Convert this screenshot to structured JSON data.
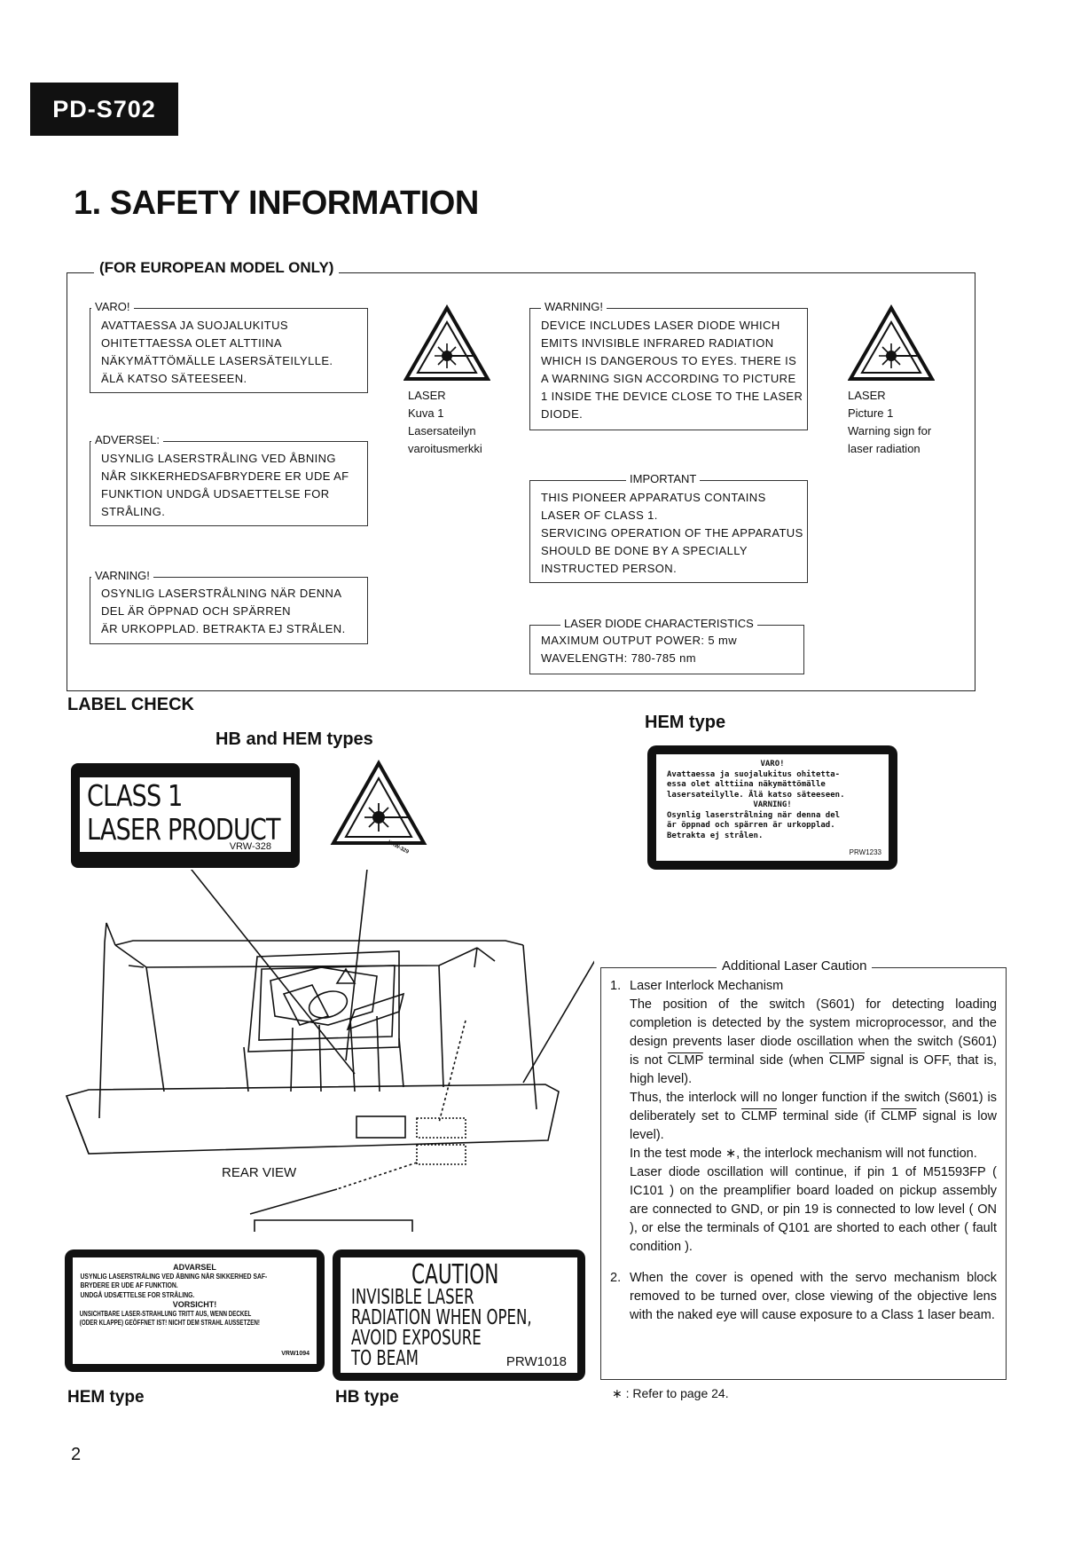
{
  "header": {
    "model": "PD-S702"
  },
  "title": "1. SAFETY INFORMATION",
  "european": {
    "legend": "(FOR EUROPEAN MODEL ONLY)",
    "varo": {
      "legend": "VARO!",
      "lines": [
        "AVATTAESSA JA SUOJALUKITUS",
        "OHITETTAESSA OLET ALTTIINA",
        "NÄKYMÄTTÖMÄLLE LASERSÄTEILYLLE.",
        "ÄLÄ KATSO SÄTEESEEN."
      ]
    },
    "adversel": {
      "legend": "ADVERSEL:",
      "lines": [
        "USYNLIG LASERSTRÅLING VED ÅBNING",
        "NÅR SIKKERHEDSAFBRYDERE ER UDE AF",
        "FUNKTION UNDGÅ UDSAETTELSE FOR",
        "STRÅLING."
      ]
    },
    "varning": {
      "legend": "VARNING!",
      "lines": [
        "OSYNLIG LASERSTRÅLNING NÄR DENNA",
        "DEL ÄR ÖPPNAD OCH SPÄRREN",
        "ÄR URKOPPLAD. BETRAKTA EJ STRÅLEN."
      ]
    },
    "fi_caption": [
      "LASER",
      "Kuva 1",
      "Lasersateilyn",
      "varoitusmerkki"
    ],
    "warning": {
      "legend": "WARNING!",
      "lines": [
        "DEVICE INCLUDES LASER DIODE WHICH",
        "EMITS INVISIBLE INFRARED RADIATION",
        "WHICH IS DANGEROUS TO EYES. THERE IS",
        "A WARNING SIGN ACCORDING TO PICTURE",
        "1 INSIDE THE DEVICE CLOSE TO THE LASER",
        "DIODE."
      ]
    },
    "en_caption": [
      "LASER",
      "Picture 1",
      "Warning sign for",
      "laser radiation"
    ],
    "important": {
      "legend": "IMPORTANT",
      "lines": [
        "THIS PIONEER APPARATUS CONTAINS",
        "LASER OF CLASS 1.",
        "SERVICING OPERATION OF THE APPARATUS",
        "SHOULD BE DONE BY A SPECIALLY",
        "INSTRUCTED PERSON."
      ]
    },
    "diode": {
      "legend": "LASER DIODE CHARACTERISTICS",
      "lines": [
        "MAXIMUM OUTPUT POWER: 5 mw",
        "WAVELENGTH: 780-785 nm"
      ]
    }
  },
  "label_check": {
    "heading": "LABEL CHECK",
    "hb_hem_title": "HB and HEM types",
    "class_label": {
      "line1": "CLASS 1",
      "line2": "LASER PRODUCT",
      "code": "VRW-328"
    },
    "triangle_code": "VRW-329",
    "hem_title": "HEM type",
    "hem_label": {
      "title1": "VARO!",
      "lines1": [
        "Avattaessa ja suojalukitus ohitetta-",
        "essa olet alttiina näkymättömälle",
        "lasersateilylle. Älä katso säteeseen."
      ],
      "title2": "VARNING!",
      "lines2": [
        "Osynlig laserstrålning när denna del",
        "är öppnad och spärren är urkopplad.",
        "Betrakta ej strålen."
      ],
      "code": "PRW1233"
    },
    "rear_view": "REAR VIEW",
    "adv_label": {
      "title1": "ADVARSEL",
      "lines1": [
        "USYNLIG LASERSTRÅLING VED ÅBNING NÅR SIKKERHED SAF-",
        "BRYDERE ER UDE AF FUNKTION.",
        "UNDGÅ UDSÆTTELSE FOR STRÅLING."
      ],
      "title2": "VORSICHT!",
      "lines2": [
        "UNSICHTBARE LASER-STRAHLUNG TRITT AUS, WENN DECKEL",
        "(ODER KLAPPE) GEÖFFNET IST! NICHT DEM STRAHL AUSSETZEN!"
      ],
      "code": "VRW1094"
    },
    "caution_label": {
      "title": "CAUTION",
      "lines": [
        "INVISIBLE LASER",
        "RADIATION WHEN OPEN,",
        "AVOID EXPOSURE",
        "TO BEAM"
      ],
      "code": "PRW1018"
    },
    "hem_bottom": "HEM type",
    "hb_bottom": "HB type"
  },
  "additional": {
    "legend": "Additional Laser Caution",
    "item1_num": "1.",
    "item1_title": "Laser Interlock Mechanism",
    "p1a": "The position of the switch (S601) for detecting loading completion is detected by the system microprocessor, and the design prevents laser diode oscillation when the switch (S601) is not ",
    "clmp": "CLMP",
    "p1b": " terminal side (when ",
    "p1c": " signal is OFF, that is, high level).",
    "p2a": "Thus, the interlock will no longer function if the switch (S601) is deliberately set to ",
    "p2b": " terminal side (if ",
    "p2c": " signal is low level).",
    "p3": "In the test mode ∗, the interlock mechanism will not function.",
    "p4": "Laser diode oscillation will continue, if pin 1 of M51593FP ( IC101 ) on the preamplifier board loaded on pickup assembly are connected to GND, or pin 19 is connected to low level ( ON ), or else the terminals of Q101 are shorted to each other ( fault condition ).",
    "item2_num": "2.",
    "item2": "When the cover is opened with the servo mechanism block removed to be turned over, close viewing of the objective lens with the naked eye will cause exposure to a Class 1 laser beam."
  },
  "footnote": "∗ : Refer to page 24.",
  "page_number": "2"
}
